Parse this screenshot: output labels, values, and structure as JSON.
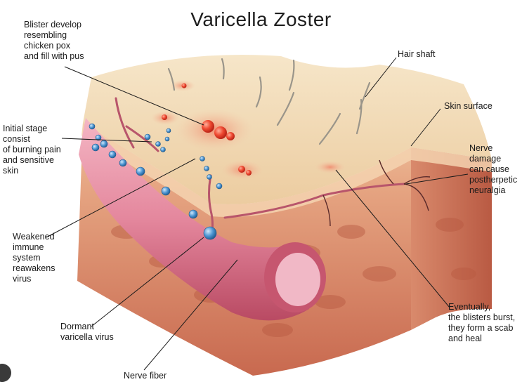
{
  "title": "Varicella Zoster",
  "labels": {
    "blister": "Blister develop\nresembling\nchicken pox\nand fill with pus",
    "initial_stage": "Initial stage\nconsist\nof burning pain\nand sensitive\nskin",
    "weakened": "Weakened\nimmune\nsystem\nreawakens\nvirus",
    "dormant": "Dormant\nvaricella virus",
    "nerve_fiber": "Nerve fiber",
    "hair_shaft": "Hair shaft",
    "skin_surface": "Skin surface",
    "nerve_damage": "Nerve\ndamage\ncan cause\npostherpetic\nneuralgia",
    "eventually": "Eventually,\nthe blisters burst,\nthey form a scab\nand heal"
  },
  "colors": {
    "skin_top": "#f3dcb8",
    "dermis": "#e9a98a",
    "deep_tissue": "#c9684e",
    "nerve": "#e88aa0",
    "nerve_dark": "#b94a63",
    "virus": "#5aa0d8",
    "blister": "#e8402c"
  }
}
